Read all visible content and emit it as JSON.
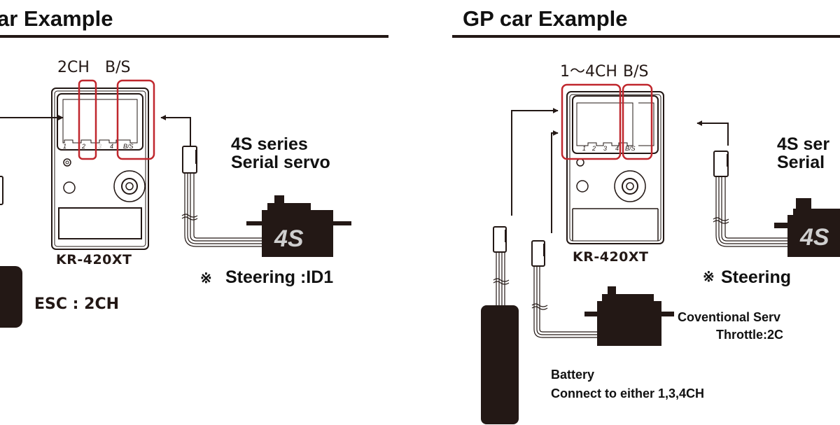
{
  "colors": {
    "ink": "#231815",
    "highlight": "#c0272d",
    "badge_text": "#cfcfcf",
    "background": "#ffffff"
  },
  "left_panel": {
    "title": "ar Example",
    "receiver_model": "KR-420XT",
    "channel_label": "2CH",
    "bs_label": "B/S",
    "port_labels": [
      "1",
      "2",
      "3",
      "4",
      "B/S"
    ],
    "highlighted_ports": [
      "2",
      "B/S"
    ],
    "servo_title_line1": "4S series",
    "servo_title_line2": "Serial servo",
    "servo_badge": "4S",
    "steering_mark": "※",
    "steering_note": "Steering :ID1",
    "esc_note": "ESC : 2CH"
  },
  "right_panel": {
    "title": "GP car Example",
    "receiver_model": "KR-420XT",
    "channel_label": "1～4CH",
    "bs_label": "B/S",
    "port_labels": [
      "1",
      "2",
      "3",
      "4",
      "B/S"
    ],
    "highlighted_ports": [
      "1-4",
      "B/S"
    ],
    "servo_title_line1": "4S ser",
    "servo_title_line2": "Serial",
    "servo_badge": "4S",
    "steering_mark": "※",
    "steering_note": "Steering",
    "conventional_servo_line1": "Coventional Serv",
    "conventional_servo_line2": "Throttle:2C",
    "battery_line1": "Battery",
    "battery_line2": "Connect to either 1,3,4CH"
  },
  "icons": {
    "receiver": "receiver-icon",
    "servo": "servo-icon",
    "connector": "connector-plug-icon",
    "battery": "battery-pack-icon",
    "arrow": "arrow-icon"
  }
}
